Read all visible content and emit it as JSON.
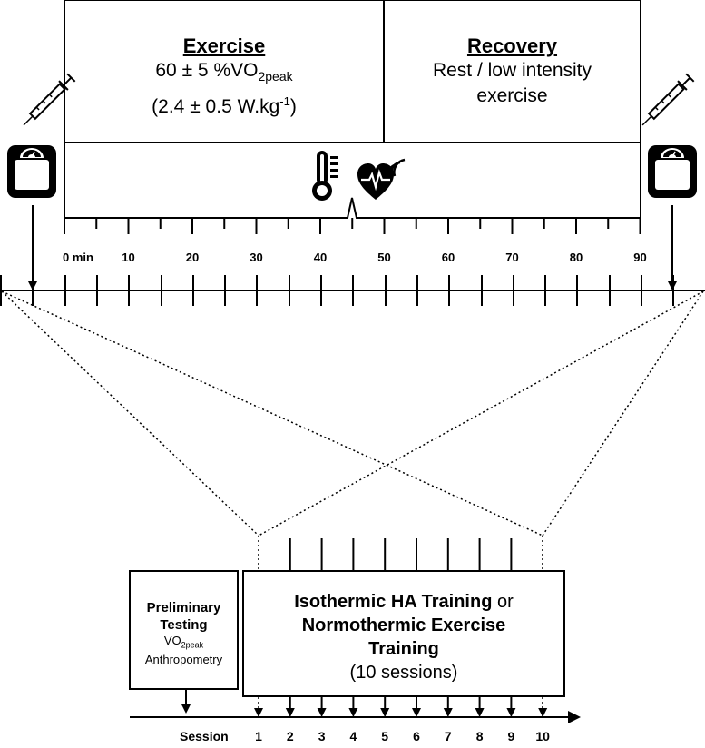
{
  "exercise": {
    "title": "Exercise",
    "line1_prefix": "60 ± 5 %VO",
    "line1_sub": "2peak",
    "line2_prefix": "(2.4 ± 0.5 W.kg",
    "line2_sup": "-1",
    "line2_suffix": ")"
  },
  "recovery": {
    "title": "Recovery",
    "line1": "Rest / low intensity",
    "line2": "exercise"
  },
  "session_timeline": {
    "labels": [
      "0 min",
      "10",
      "20",
      "30",
      "40",
      "50",
      "60",
      "70",
      "80",
      "90"
    ]
  },
  "preliminary": {
    "title_line1": "Preliminary",
    "title_line2": "Testing",
    "vo2_prefix": "VO",
    "vo2_sub": "2peak",
    "anthro": "Anthropometry"
  },
  "training": {
    "line1_bold": "Isothermic HA Training",
    "line1_rest": " or",
    "line2": "Normothermic Exercise",
    "line3": "Training",
    "line4": "(10 sessions)"
  },
  "sessions": {
    "label": "Session",
    "numbers": [
      "1",
      "2",
      "3",
      "4",
      "5",
      "6",
      "7",
      "8",
      "9",
      "10"
    ]
  },
  "icons": [
    "syringe-icon",
    "weighing-scale-icon",
    "thermometer-icon",
    "heart-rate-icon"
  ]
}
